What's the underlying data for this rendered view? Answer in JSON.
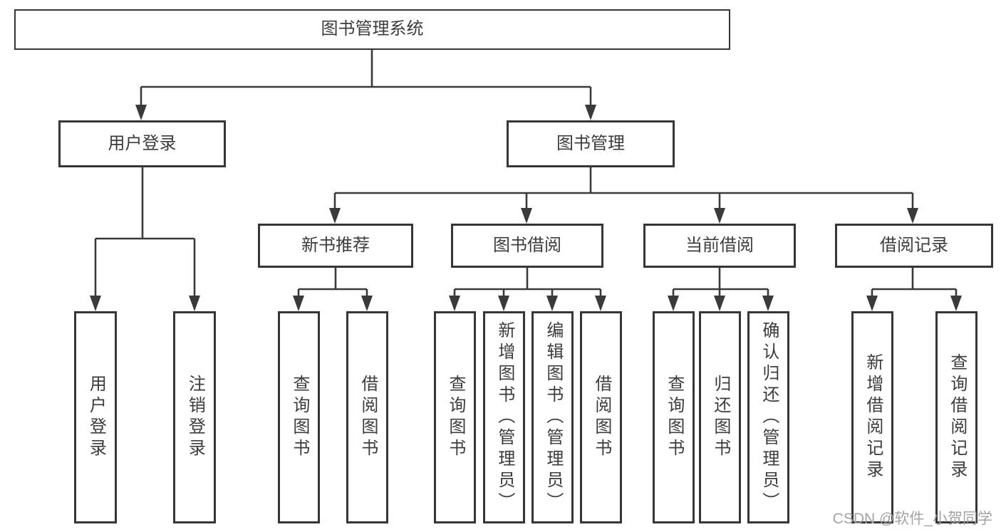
{
  "watermark": "CSDN @软件_小贺同学",
  "colors": {
    "line": "#3a3a3a",
    "border": "#363636",
    "text": "#3c3c3c",
    "background": "#ffffff",
    "watermark": "#a3a3a3"
  },
  "tree": {
    "label": "图书管理系统",
    "children": [
      {
        "label": "用户登录",
        "children": [
          {
            "label": "用户登录"
          },
          {
            "label": "注销登录"
          }
        ]
      },
      {
        "label": "图书管理",
        "children": [
          {
            "label": "新书推荐",
            "children": [
              {
                "label": "查询图书"
              },
              {
                "label": "借阅图书"
              }
            ]
          },
          {
            "label": "图书借阅",
            "children": [
              {
                "label": "查询图书"
              },
              {
                "label": "新增图书（管理员）"
              },
              {
                "label": "编辑图书（管理员）"
              },
              {
                "label": "借阅图书"
              }
            ]
          },
          {
            "label": "当前借阅",
            "children": [
              {
                "label": "查询图书"
              },
              {
                "label": "归还图书"
              },
              {
                "label": "确认归还（管理员）"
              }
            ]
          },
          {
            "label": "借阅记录",
            "children": [
              {
                "label": "新增借阅记录"
              },
              {
                "label": "查询借阅记录"
              }
            ]
          }
        ]
      }
    ]
  }
}
